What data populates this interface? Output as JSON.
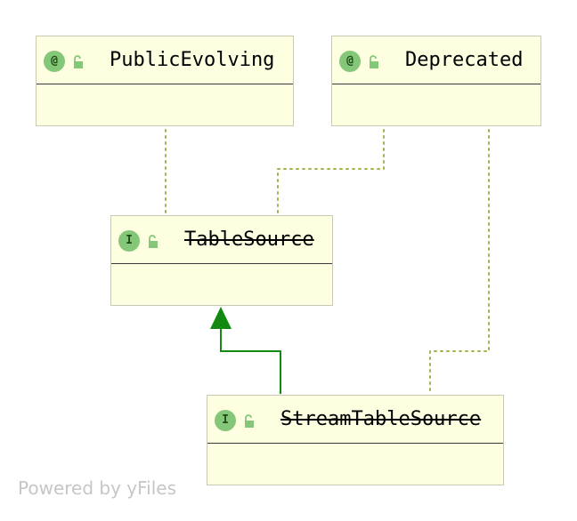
{
  "diagram": {
    "nodes": {
      "public_evolving": {
        "kind_badge": "@",
        "name": "PublicEvolving"
      },
      "deprecated": {
        "kind_badge": "@",
        "name": "Deprecated"
      },
      "table_source": {
        "kind_badge": "I",
        "name": "TableSource"
      },
      "stream_table_source": {
        "kind_badge": "I",
        "name": "StreamTableSource"
      }
    },
    "edges": [
      {
        "from": "stream_table_source",
        "to": "table_source",
        "type": "extends",
        "style": "solid-arrow"
      },
      {
        "from": "table_source",
        "to": "public_evolving",
        "type": "annotated-by",
        "style": "dotted"
      },
      {
        "from": "table_source",
        "to": "deprecated",
        "type": "annotated-by",
        "style": "dotted"
      },
      {
        "from": "stream_table_source",
        "to": "deprecated",
        "type": "annotated-by",
        "style": "dotted"
      }
    ]
  },
  "colors": {
    "node_fill": "#fefee0",
    "node_border": "#c8c8b4",
    "badge_fill": "#84c779",
    "inheritance_edge": "#128a12",
    "annotation_edge": "#a4b24e",
    "watermark": "#c6c6c6"
  },
  "icons": {
    "badge": "circle-badge-icon",
    "visibility": "open-lock-icon"
  },
  "watermark": "Powered by yFiles"
}
